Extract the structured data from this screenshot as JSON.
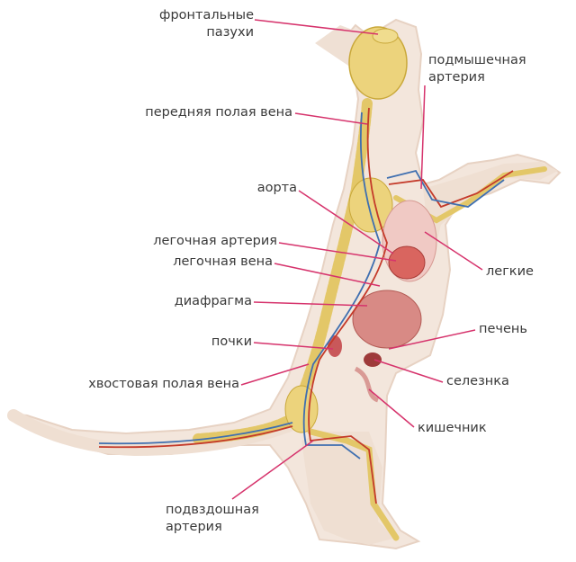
{
  "labels": {
    "frontal_sinuses": [
      "фронтальные",
      "пазухи"
    ],
    "axillary_artery": [
      "подмышечная",
      "артерия"
    ],
    "anterior_vena_cava": "передняя полая вена",
    "aorta": "аорта",
    "pulmonary_artery": "легочная артерия",
    "pulmonary_vein": "легочная вена",
    "lungs": "легкие",
    "diaphragm": "диафрагма",
    "liver": "печень",
    "kidneys": "почки",
    "spleen": "селезнка",
    "caudal_vena_cava": "хвостовая полая вена",
    "intestine": "кишечник",
    "iliac_artery": [
      "подвздошная",
      "артерия"
    ]
  },
  "colors": {
    "leader": "#d6336c",
    "text": "#3a3a3a",
    "body_fill": "#f3e6dc",
    "skeleton": "#e8d27a",
    "artery": "#c43a2a",
    "vein": "#3f6fb0",
    "organ": "#c9585a"
  }
}
